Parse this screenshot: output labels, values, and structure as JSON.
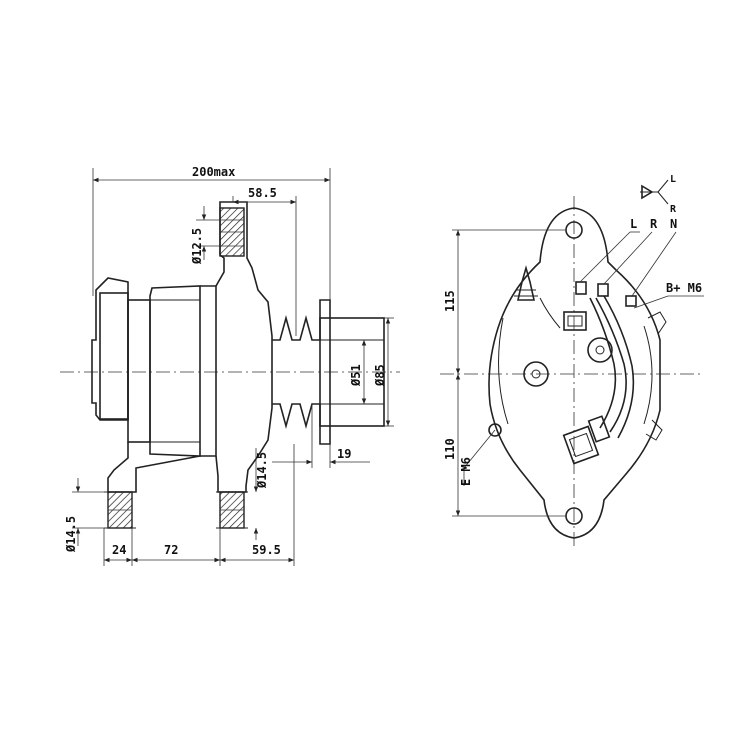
{
  "side_view": {
    "dims": {
      "overall_length": "200max",
      "pulley_offset": "58.5",
      "hole_top": "Ø12.5",
      "pulley_d1": "Ø51",
      "pulley_d2": "Ø85",
      "groove_width": "19",
      "mount_hole_right": "Ø14.5",
      "mount_hole_left": "Ø14.5",
      "span_a": "24",
      "span_b": "72",
      "span_c": "59.5"
    }
  },
  "rear_view": {
    "dims": {
      "upper_height": "115",
      "lower_height": "110"
    },
    "labels": {
      "term_l": "L",
      "term_r": "R",
      "term_n": "N",
      "b_plus": "B+ M6",
      "e_m6": "E M6",
      "schem_l": "L",
      "schem_r": "R"
    }
  },
  "colors": {
    "line": "#222222",
    "background": "#ffffff"
  }
}
